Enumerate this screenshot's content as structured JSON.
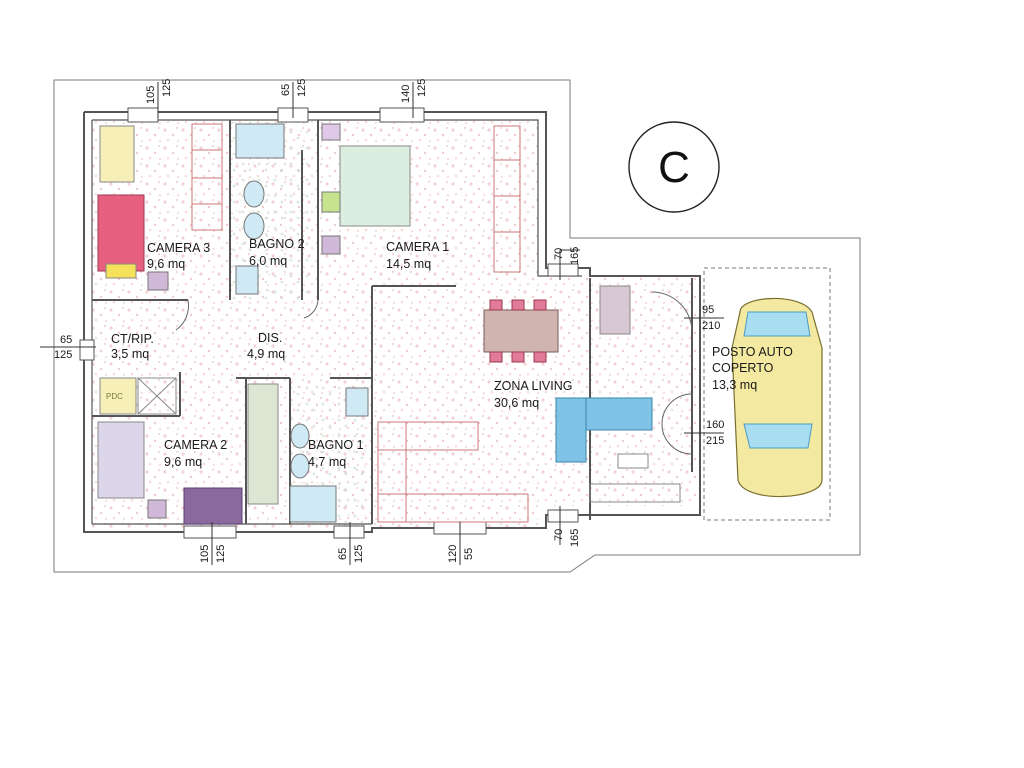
{
  "plan_label": "C",
  "rooms": {
    "camera3": {
      "name": "CAMERA 3",
      "area": "9,6 mq"
    },
    "bagno2": {
      "name": "BAGNO 2",
      "area": "6,0 mq"
    },
    "camera1": {
      "name": "CAMERA 1",
      "area": "14,5 mq"
    },
    "ctrip": {
      "name": "CT/RIP.",
      "area": "3,5 mq"
    },
    "dis": {
      "name": "DIS.",
      "area": "4,9 mq"
    },
    "zona_living": {
      "name": "ZONA LIVING",
      "area": "30,6 mq"
    },
    "camera2": {
      "name": "CAMERA 2",
      "area": "9,6 mq"
    },
    "bagno1": {
      "name": "BAGNO 1",
      "area": "4,7 mq"
    },
    "posto_auto": {
      "name_line1": "POSTO AUTO",
      "name_line2": "COPERTO",
      "area": "13,3 mq"
    }
  },
  "equipment": {
    "pdc": "PDC"
  },
  "dimensions": {
    "top_1": [
      "105",
      "125"
    ],
    "top_2": [
      "65",
      "125"
    ],
    "top_3": [
      "140",
      "125"
    ],
    "left_1": [
      "65",
      "125"
    ],
    "mid_1": [
      "70",
      "165"
    ],
    "door_1": [
      "95",
      "210"
    ],
    "door_2": [
      "160",
      "215"
    ],
    "bottom_1": [
      "105",
      "125"
    ],
    "bottom_2": [
      "65",
      "125"
    ],
    "bottom_3": [
      "120",
      "55"
    ],
    "bottom_4": [
      "70",
      "165"
    ]
  },
  "colors": {
    "wall": "#555555",
    "floor_texture": "#e8b4b8",
    "bed_pink": "#d9607a",
    "bed_purple": "#8a6a9e",
    "sofa_blue": "#7fc4e6",
    "car_yellow": "#f4e9a0"
  }
}
